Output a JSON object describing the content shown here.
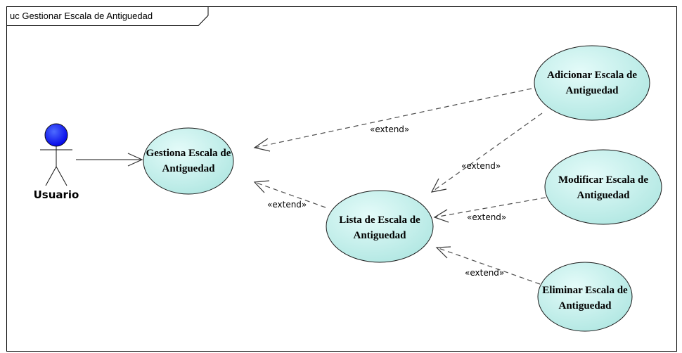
{
  "frame": {
    "title": "uc Gestionar Escala de Antiguedad"
  },
  "actor": {
    "name": "Usuario"
  },
  "colors": {
    "use_case_fill": "#c6f1ee",
    "actor_head": "#0000ff",
    "frame_border": "#000000"
  },
  "use_cases": {
    "gestiona": {
      "line1": "Gestiona Escala de",
      "line2": "Antiguedad"
    },
    "lista": {
      "line1": "Lista de Escala de",
      "line2": "Antiguedad"
    },
    "adicionar": {
      "line1": "Adicionar Escala de",
      "line2": "Antiguedad"
    },
    "modificar": {
      "line1": "Modificar Escala de",
      "line2": "Antiguedad"
    },
    "eliminar": {
      "line1": "Eliminar Escala de",
      "line2": "Antiguedad"
    }
  },
  "relations": {
    "adicionar_to_gestiona": "«extend»",
    "adicionar_to_lista": "«extend»",
    "lista_to_gestiona": "«extend»",
    "modificar_to_lista": "«extend»",
    "eliminar_to_lista": "«extend»"
  }
}
